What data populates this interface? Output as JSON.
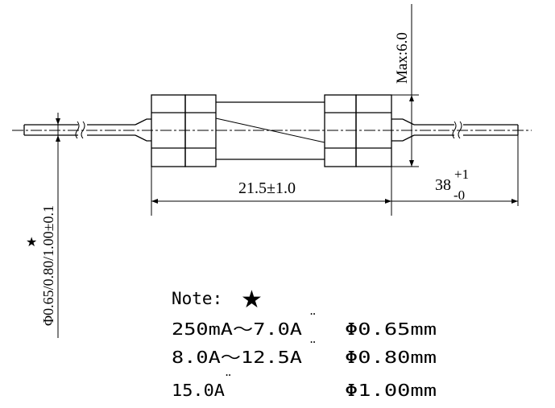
{
  "dimensions": {
    "max_diameter": "Max:6.0",
    "body_length": "21.5±1.0",
    "lead_length": "38",
    "lead_tol_upper": "+1",
    "lead_tol_lower": "-0",
    "lead_diameter": "Φ0.65/0.80/1.00±0.1",
    "star_marker": "★"
  },
  "note": {
    "title": "Note:",
    "star": "★",
    "rows": [
      {
        "current": "250mA～7.0A",
        "mark": "¨",
        "diameter": "Φ0.65mm"
      },
      {
        "current": "8.0A～12.5A",
        "mark": "¨",
        "diameter": "Φ0.80mm"
      },
      {
        "current": "15.0A",
        "mark": "¨",
        "diameter": "Φ1.00mm"
      }
    ]
  }
}
